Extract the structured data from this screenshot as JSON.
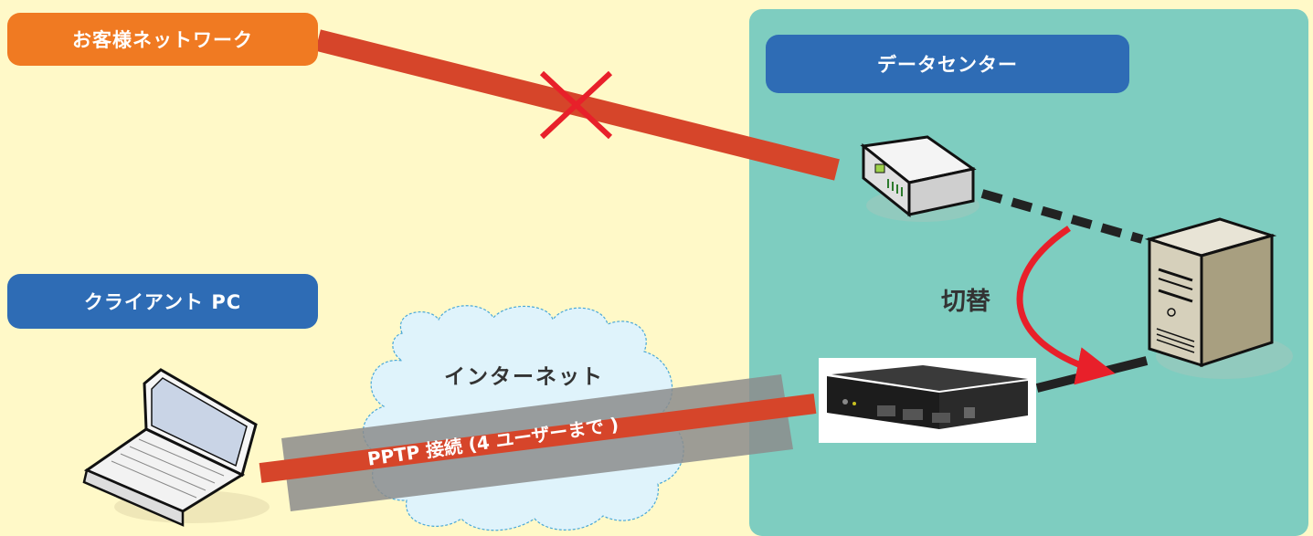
{
  "labels": {
    "customer_network": "お客様ネットワーク",
    "data_center": "データセンター",
    "client_pc": "クライアント PC",
    "switch": "切替",
    "internet": "インターネット",
    "pptp": "PPTP 接続 (4 ユーザーまで )"
  },
  "colors": {
    "background": "#fff9c8",
    "data_center_panel": "#7ecdc0",
    "customer_pill": "#f07a22",
    "blue_pill": "#2e6cb5",
    "connection_line": "#d6452a",
    "failed_mark": "#e8202a",
    "switch_arrow": "#e8202a"
  },
  "icons": [
    "laptop-icon",
    "router-icon",
    "vpn-router-icon",
    "server-icon",
    "internet-cloud-icon",
    "failure-cross-icon",
    "switch-arrow-icon"
  ]
}
